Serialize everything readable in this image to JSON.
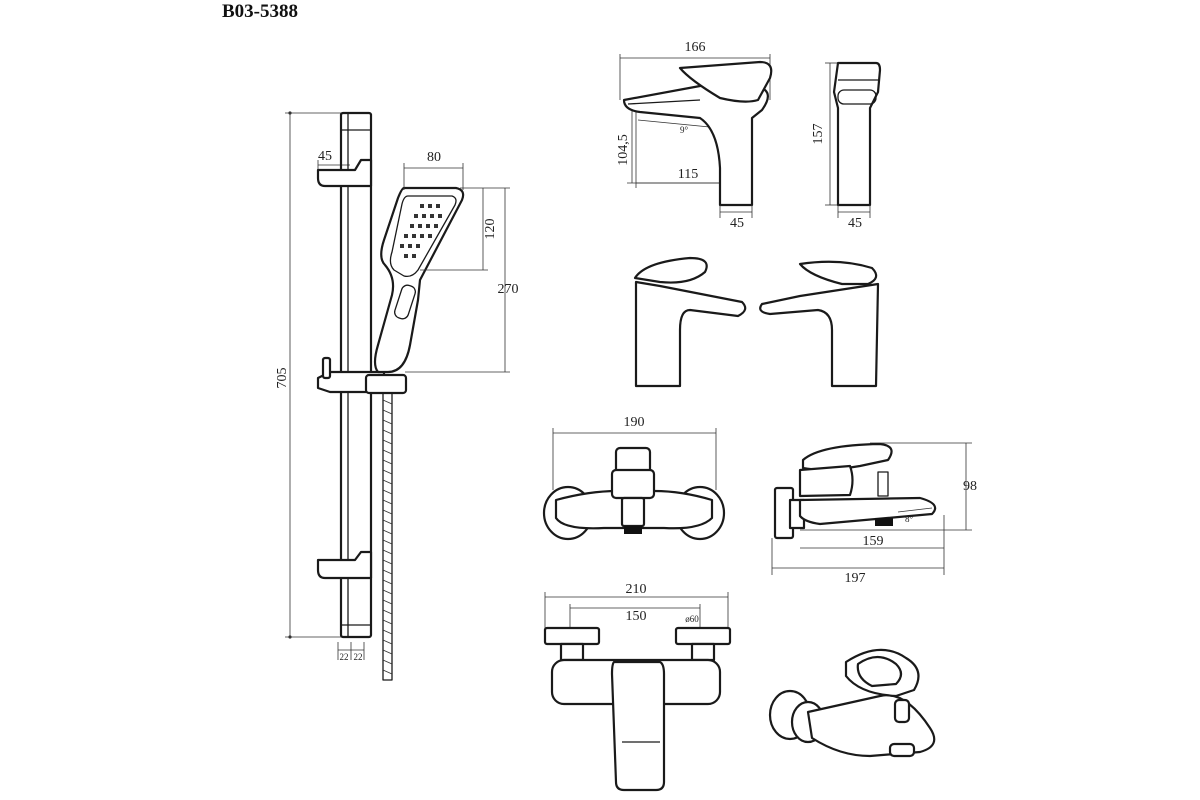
{
  "title": "B03-5388",
  "dimensions": {
    "rail_height": "705",
    "rail_offset": "45",
    "head_width": "80",
    "head_height": "120",
    "shower_length": "270",
    "rail_base_left": "22",
    "rail_base_right": "22",
    "basin_width": "166",
    "basin_height": "104,5",
    "basin_reach": "115",
    "basin_base": "45",
    "basin_angle": "9°",
    "side_height": "157",
    "side_base": "45",
    "bath_width": "190",
    "bath_side_height": "98",
    "bath_side_angle": "8°",
    "bath_side_spout": "159",
    "bath_side_depth": "197",
    "shower_mixer_width": "210",
    "shower_mixer_centers": "150",
    "shower_mixer_diameter": "ø60"
  }
}
